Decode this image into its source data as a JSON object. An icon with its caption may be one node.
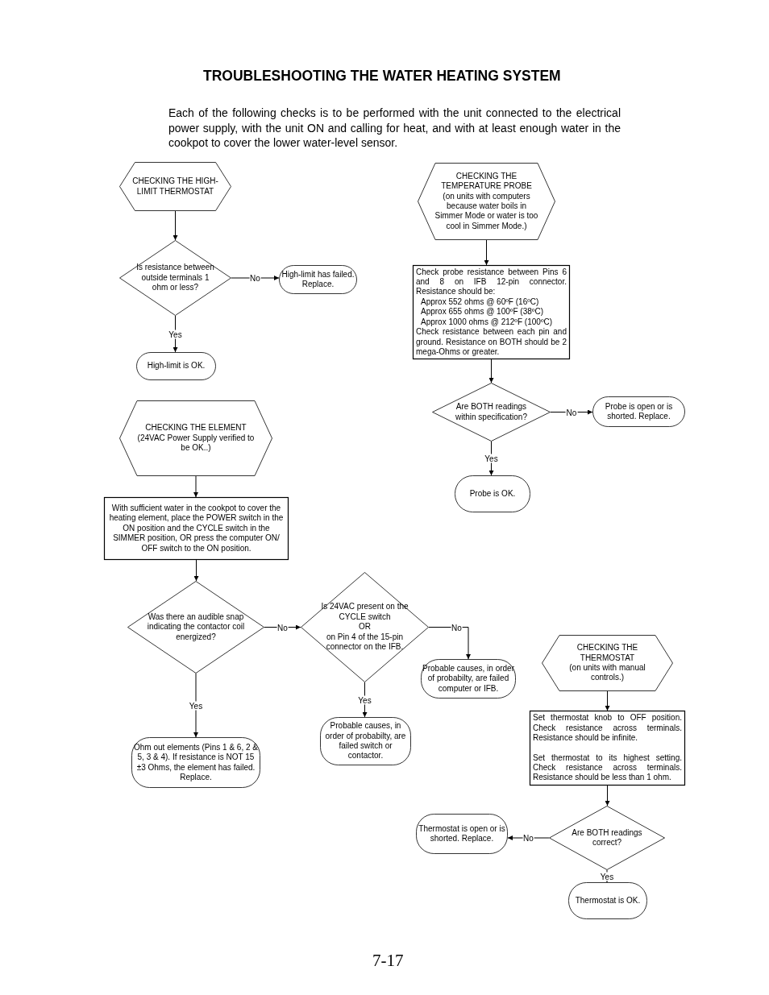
{
  "diagram": {
    "title": "TROUBLESHOOTING THE WATER HEATING SYSTEM",
    "nodes": [
      {
        "text": [
          "CHECKING THE HIGH-LIMIT THERMOSTAT"
        ]
      },
      {
        "text": [
          "Is resistance between outside terminals 1 ohm or less?"
        ]
      },
      {
        "text": [
          "High-limit has failed.  Replace."
        ]
      },
      {
        "text": [
          "High-limit is OK."
        ]
      },
      {
        "text": [
          "CHECKING THE TEMPERATURE PROBE",
          "(on units with  computers because water boils in Simmer Mode or water is too cool in Simmer Mode.)"
        ]
      },
      {
        "text": [
          "Check probe resistance between Pins 6 and 8 on IFB 12-pin connector. Resistance should be:",
          "Approx 552 ohms @ 60ºF (16ºC)",
          "Approx 655 ohms @ 100ºF (38ºC)",
          "Approx 1000 ohms @ 212ºF (100ºC)",
          "Check resistance between each pin and ground.  Resistance on BOTH should be 2 mega-Ohms or greater."
        ]
      },
      {
        "text": [
          "Are BOTH readings within specification?"
        ]
      },
      {
        "text": [
          "Probe is open or is shorted.  Replace."
        ]
      },
      {
        "text": [
          "Probe is OK."
        ]
      },
      {
        "text": [
          "CHECKING THE ELEMENT",
          "(24VAC Power Supply verified to be OK..)"
        ]
      },
      {
        "text": [
          "With sufficient water in the cookpot to cover the heating element, place the POWER switch in the ON position and the CYCLE switch in the SIMMER position, OR press the computer ON/ OFF switch to the ON position."
        ]
      },
      {
        "text": [
          "Was there an audible snap indicating the contactor coil energized?"
        ]
      },
      {
        "text": [
          "Is  24VAC present on the CYCLE switch",
          "OR",
          "on Pin 4 of the 15-pin connector on the IFB."
        ]
      },
      {
        "text": [
          "Probable causes, in order of probabilty, are failed computer or IFB."
        ]
      },
      {
        "text": [
          "Probable causes, in order of probabilty, are failed switch or contactor."
        ]
      },
      {
        "text": [
          "Ohm out elements (Pins 1 &  6, 2 & 5, 3 & 4).  If resistance is NOT 15 ±3 Ohms, the element has failed.  Replace."
        ]
      },
      {
        "text": [
          "CHECKING THE THERMOSTAT",
          "(on units with manual controls.)"
        ]
      },
      {
        "text": [
          "Set thermostat knob to OFF position. Check resistance across terminals. Resistance should be infinite.",
          "Set thermostat to its highest setting. Check resistance across terminals. Resistance should be less than 1 ohm."
        ]
      },
      {
        "text": [
          "Are BOTH readings  correct?"
        ]
      },
      {
        "text": [
          "Thermostat is open or is shorted.  Replace."
        ]
      },
      {
        "text": [
          "Thermostat is OK."
        ]
      }
    ],
    "edges": [
      {
        "from": 0,
        "to": 1,
        "arrow": "to"
      },
      {
        "from": 1,
        "to": 2,
        "arrow": "to",
        "label": "No"
      },
      {
        "from": 1,
        "to": 3,
        "arrow": "to",
        "label": "Yes"
      },
      {
        "from": 4,
        "to": 5,
        "arrow": "to"
      },
      {
        "from": 5,
        "to": 6,
        "arrow": "to"
      },
      {
        "from": 6,
        "to": 7,
        "arrow": "to",
        "label": "No"
      },
      {
        "from": 6,
        "to": 8,
        "arrow": "to",
        "label": "Yes"
      },
      {
        "from": 9,
        "to": 10,
        "arrow": "to"
      },
      {
        "from": 10,
        "to": 11,
        "arrow": "to"
      },
      {
        "from": 11,
        "to": 12,
        "arrow": "to",
        "label": "No"
      },
      {
        "from": 11,
        "to": 15,
        "arrow": "to",
        "label": "Yes"
      },
      {
        "from": 12,
        "to": 13,
        "arrow": "to",
        "label": "No"
      },
      {
        "from": 12,
        "to": 14,
        "arrow": "to",
        "label": "Yes"
      },
      {
        "from": 16,
        "to": 17,
        "arrow": "to"
      },
      {
        "from": 17,
        "to": 18,
        "arrow": "to"
      },
      {
        "from": 18,
        "to": 19,
        "arrow": "to",
        "label": "No"
      },
      {
        "from": 18,
        "to": 20,
        "arrow": "to",
        "label": "Yes"
      }
    ],
    "labels": [
      "Each of the following checks is to be performed with the unit connected to the electrical power supply, with the unit ON and calling for heat, and with at least enough water in the cookpot to cover the lower water-level sensor.",
      "7-17"
    ]
  }
}
